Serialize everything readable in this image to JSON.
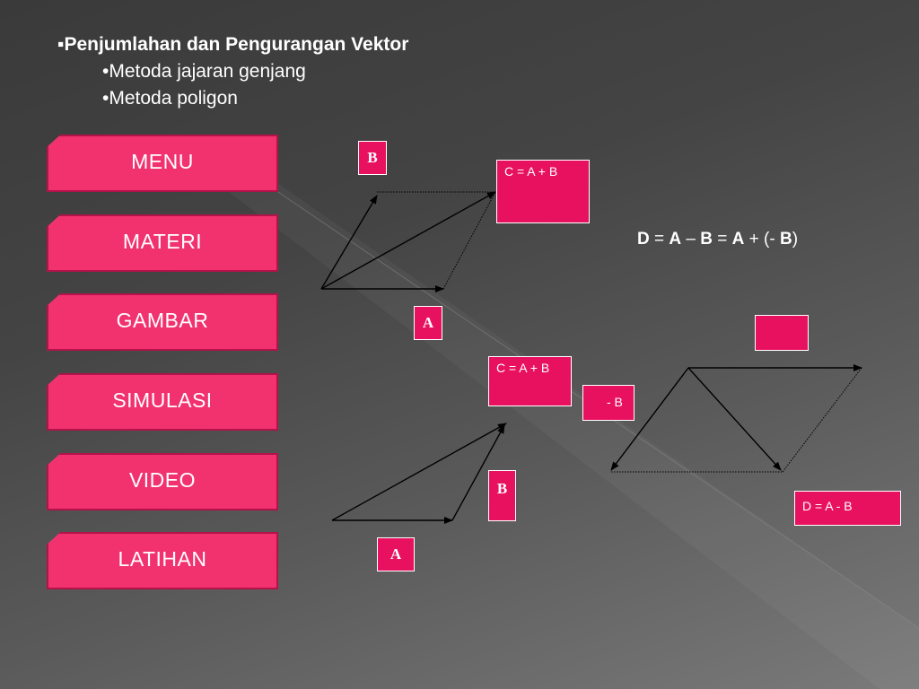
{
  "heading": {
    "bullet": "▪",
    "title": "Penjumlahan dan Pengurangan Vektor",
    "items": [
      "•Metoda jajaran genjang",
      "•Metoda poligon"
    ]
  },
  "menu": [
    {
      "label": "MENU"
    },
    {
      "label": "MATERI"
    },
    {
      "label": "GAMBAR"
    },
    {
      "label": "SIMULASI"
    },
    {
      "label": "VIDEO"
    },
    {
      "label": "LATIHAN"
    }
  ],
  "labels": {
    "b_top": "B",
    "c_top": "C = A + B",
    "a_top": "A",
    "c_mid": "C = A + B",
    "neg_b": "- B",
    "b_bottom": "B",
    "a_bottom": "A",
    "d_result": "D = A - B"
  },
  "formula": {
    "d": "D",
    "eq1": " = ",
    "a1": "A",
    "minus": " – ",
    "b1": "B",
    "eq2": " = ",
    "a2": "A",
    "plus": " + (- ",
    "b2": "B",
    "close": ")"
  },
  "colors": {
    "accent": "#f2326e",
    "label_box": "#e8115f",
    "text": "#ffffff"
  }
}
